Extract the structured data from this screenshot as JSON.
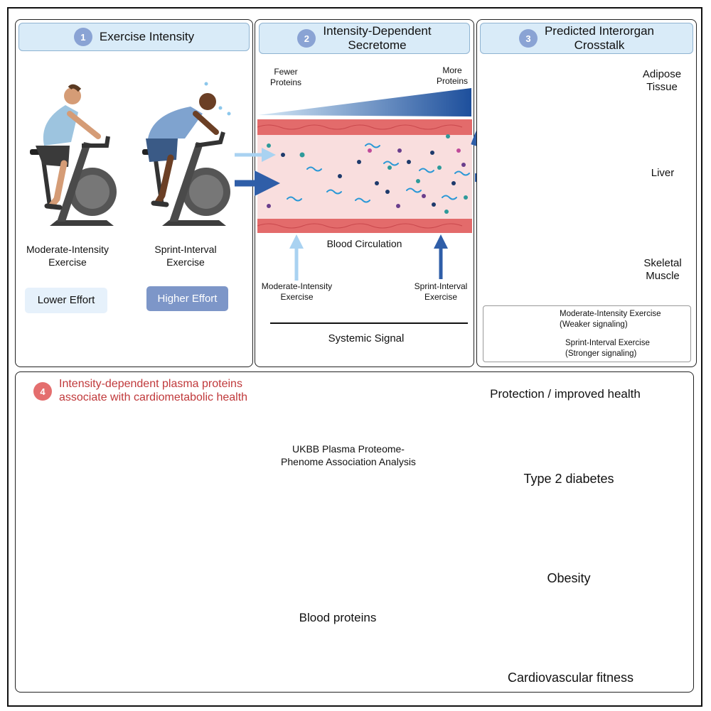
{
  "panel1": {
    "num": "1",
    "title": "Exercise Intensity",
    "moderate_label": "Moderate-Intensity\nExercise",
    "sprint_label": "Sprint-Interval\nExercise",
    "lower_effort": "Lower Effort",
    "higher_effort": "Higher Effort"
  },
  "panel2": {
    "num": "2",
    "title": "Intensity-Dependent\nSecretome",
    "fewer": "Fewer\nProteins",
    "more": "More\nProteins",
    "circulation": "Blood Circulation",
    "moderate": "Moderate-Intensity\nExercise",
    "sprint": "Sprint-Interval\nExercise",
    "systemic": "Systemic Signal"
  },
  "panel3": {
    "num": "3",
    "title": "Predicted Interorgan\nCrosstalk",
    "adipose": "Adipose\nTissue",
    "liver": "Liver",
    "muscle": "Skeletal\nMuscle",
    "legend_moderate": "Moderate-Intensity Exercise\n(Weaker signaling)",
    "legend_sprint": "Sprint-Interval Exercise\n(Stronger signaling)"
  },
  "panel4": {
    "num": "4",
    "title": "Intensity-dependent plasma proteins\nassociate with cardiometabolic health",
    "ukbb": "UKBB Plasma Proteome-\nPhenome Association Analysis",
    "blood_proteins": "Blood proteins",
    "protection": "Protection / improved health",
    "t2d": "Type 2 diabetes",
    "obesity": "Obesity",
    "fitness": "Cardiovascular fitness"
  },
  "colors": {
    "light_arrow": "#a9d2f1",
    "dark_arrow": "#2f5ea8",
    "header_bg": "#d9ebf8",
    "number_badge": "#8aa3d4",
    "panel4_title": "#c0393b",
    "lower_effort_bg": "#e6f1fb",
    "higher_effort_bg": "#7d96c8"
  }
}
